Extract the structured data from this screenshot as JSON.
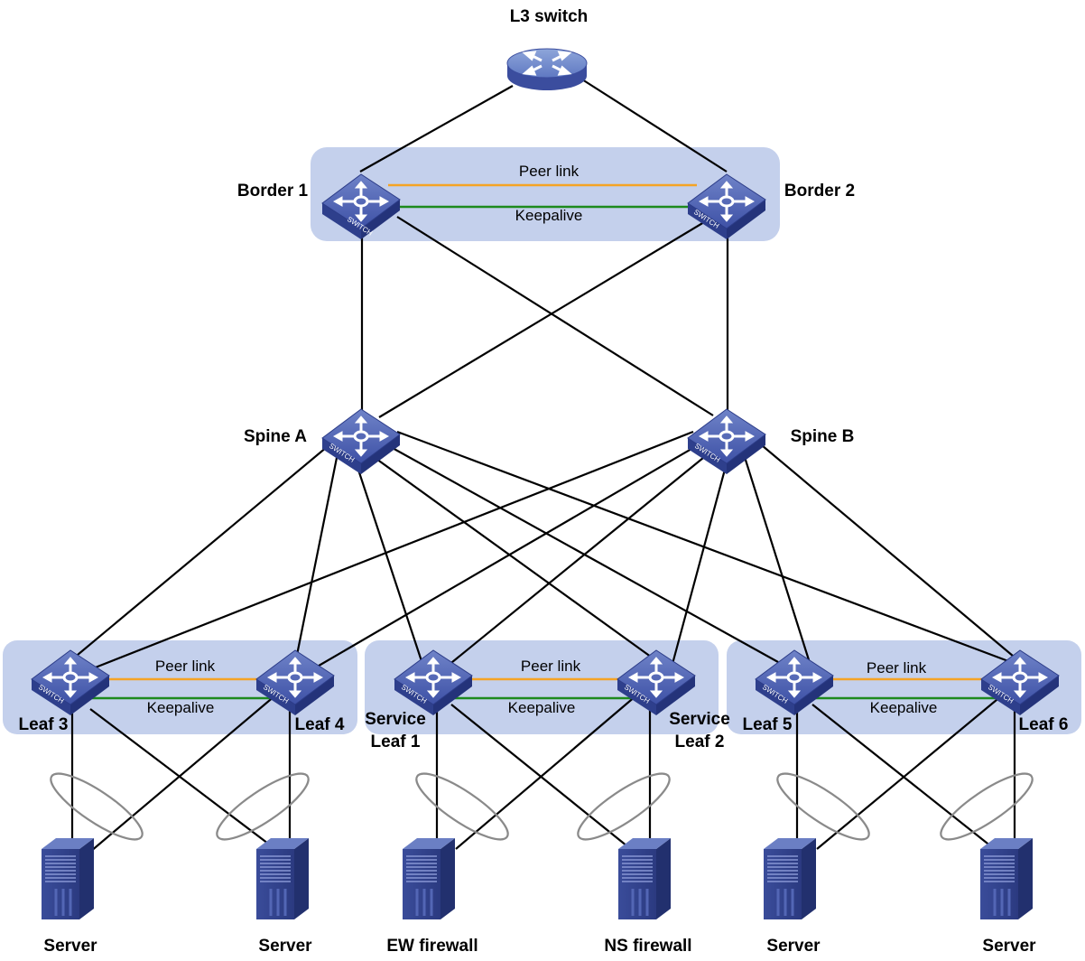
{
  "core": {
    "label": "L3 switch"
  },
  "border_pair": {
    "left": "Border 1",
    "right": "Border 2",
    "peer_label": "Peer link",
    "keepalive_label": "Keepalive"
  },
  "spines": {
    "a": "Spine A",
    "b": "Spine B"
  },
  "leaf_groups": [
    {
      "left": "Leaf 3",
      "right": "Leaf 4",
      "peer_label": "Peer link",
      "keepalive_label": "Keepalive"
    },
    {
      "left_line1": "Service",
      "left_line2": "Leaf 1",
      "right_line1": "Service",
      "right_line2": "Leaf 2",
      "peer_label": "Peer link",
      "keepalive_label": "Keepalive"
    },
    {
      "left": "Leaf 5",
      "right": "Leaf 6",
      "peer_label": "Peer link",
      "keepalive_label": "Keepalive"
    }
  ],
  "endpoints": [
    "Server",
    "Server",
    "EW firewall",
    "NS firewall",
    "Server",
    "Server"
  ],
  "device_badge": "SWITCH",
  "icons": {
    "switch": "switch-icon",
    "router": "l3-switch-icon",
    "server": "server-icon",
    "firewall": "firewall-icon",
    "aggregation": "link-aggregation-ellipse"
  },
  "colors": {
    "group_background": "#c4d0ec",
    "peer_link": "#f5a325",
    "keepalive": "#1d8a1d",
    "device_blue": "#3f4fa3"
  }
}
